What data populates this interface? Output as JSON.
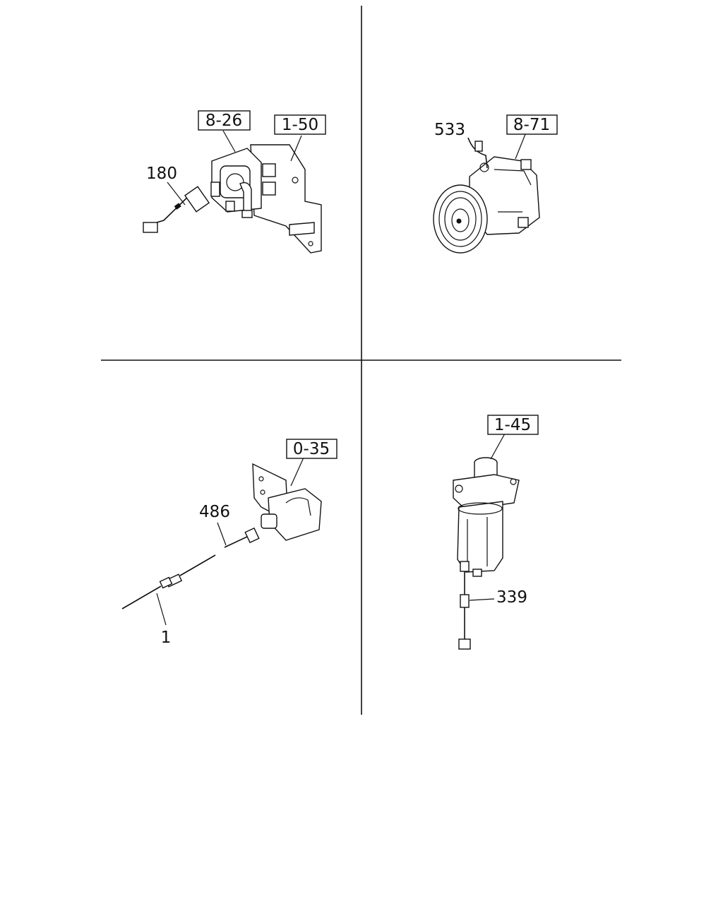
{
  "callouts": {
    "q1_ref_a": "8-26",
    "q1_ref_b": "1-50",
    "q1_part": "180",
    "q2_part": "533",
    "q2_ref": "8-71",
    "q3_ref": "0-35",
    "q3_part_a": "486",
    "q3_part_b": "1",
    "q4_ref": "1-45",
    "q4_part": "339"
  }
}
